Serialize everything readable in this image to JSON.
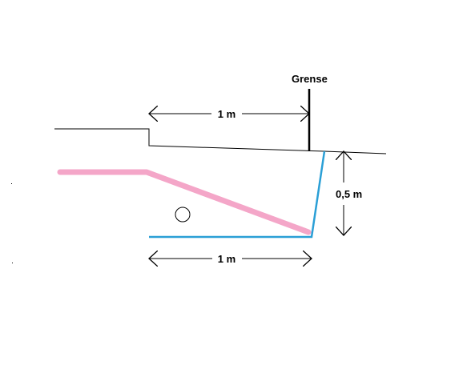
{
  "labels": {
    "boundary": "Grense",
    "top_width": "1 m",
    "depth": "0,5 m",
    "bottom_width": "1 m"
  },
  "colors": {
    "line": "#000000",
    "pink_line": "#f4a6c8",
    "blue_line": "#2a9fd6",
    "background": "#ffffff"
  }
}
